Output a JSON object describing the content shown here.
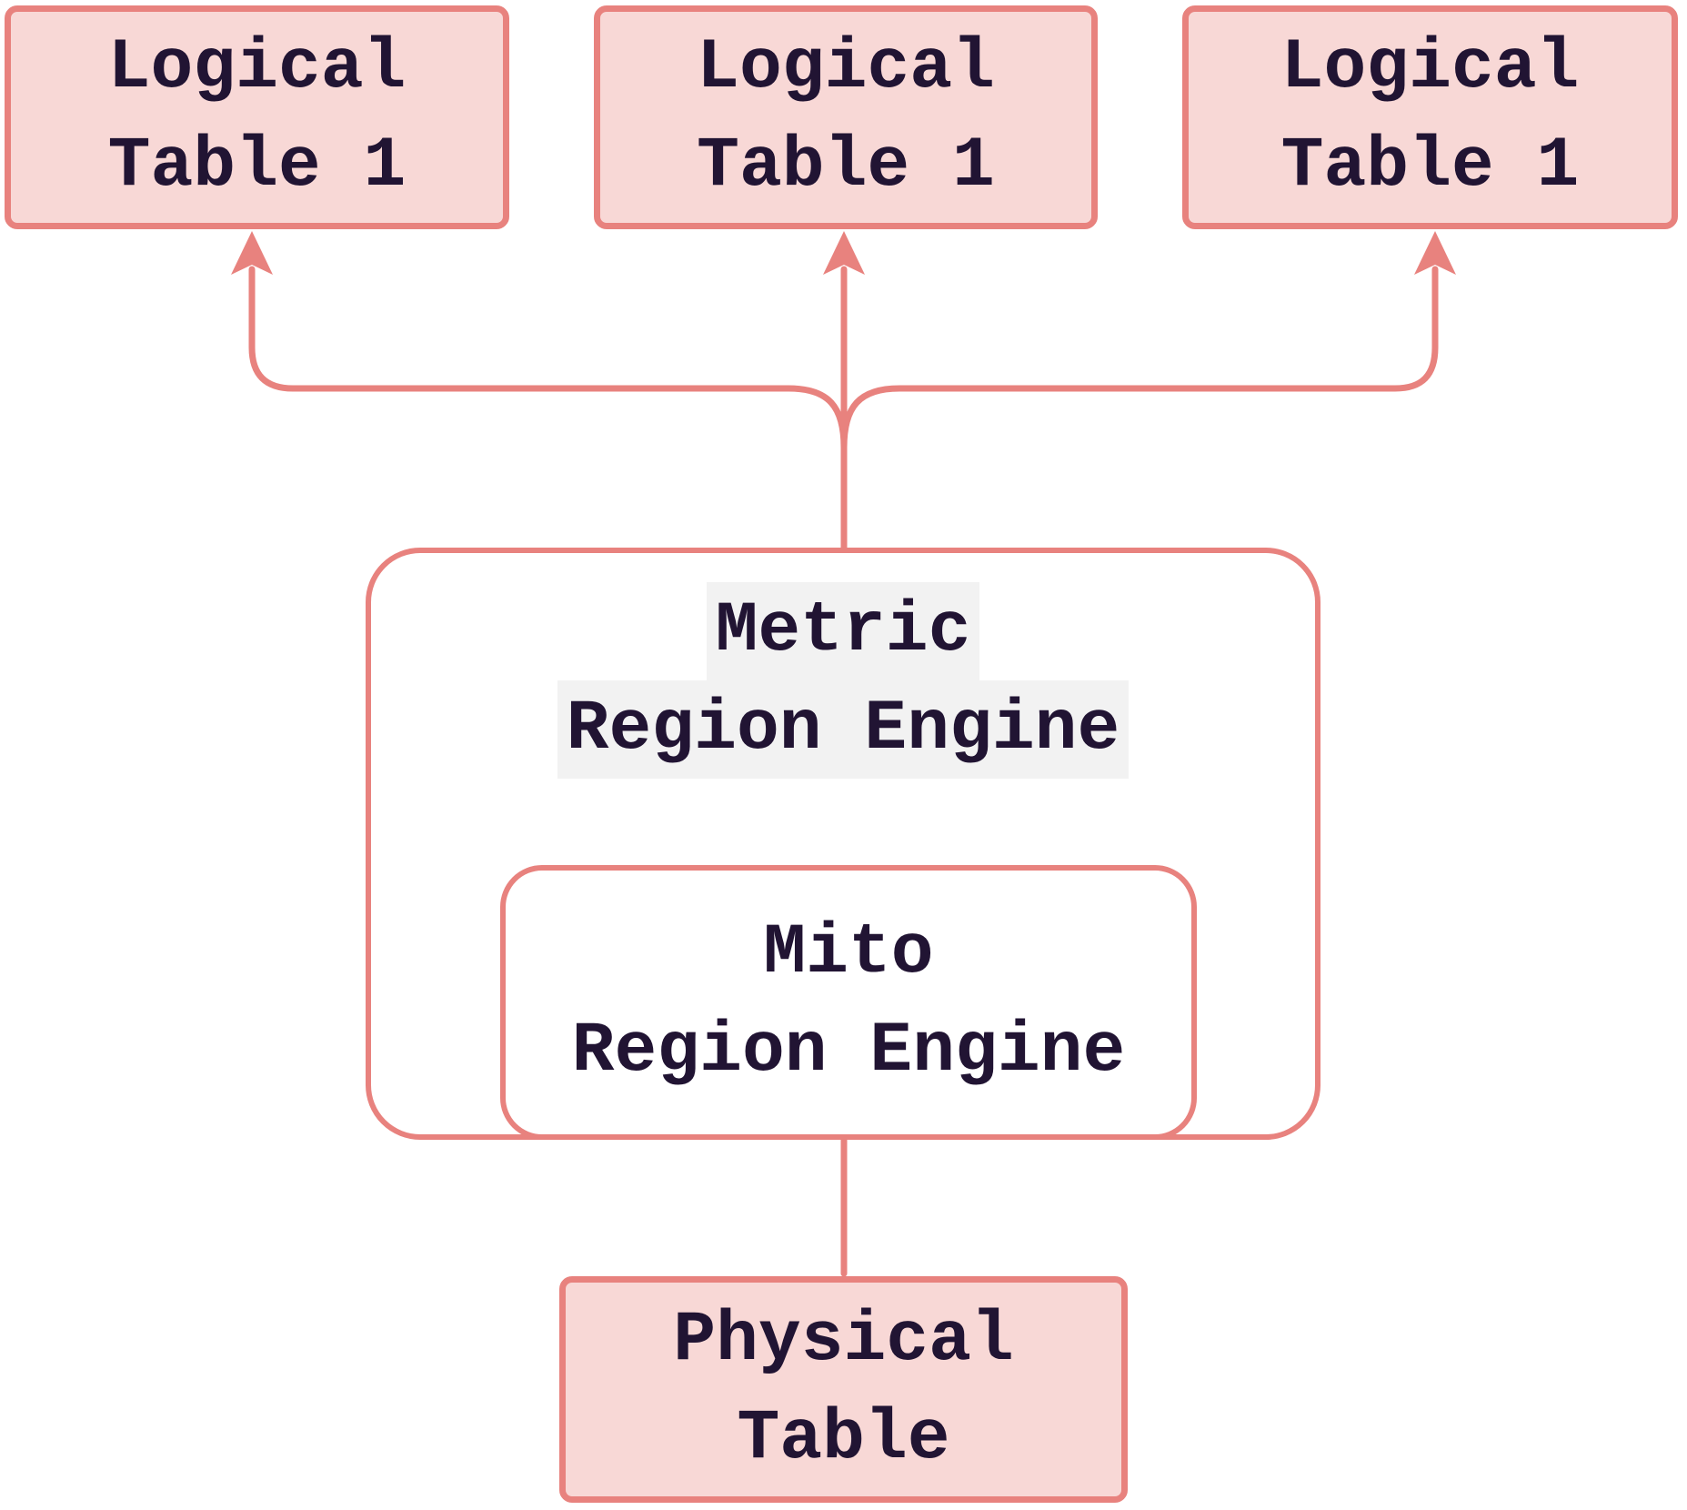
{
  "diagram": {
    "type": "flowchart",
    "direction": "bottom-to-top",
    "nodes": {
      "logical1": {
        "label_lines": [
          "Logical",
          "Table 1"
        ]
      },
      "logical2": {
        "label_lines": [
          "Logical",
          "Table 1"
        ]
      },
      "logical3": {
        "label_lines": [
          "Logical",
          "Table 1"
        ]
      },
      "metric": {
        "label_lines": [
          "Metric",
          "Region Engine"
        ]
      },
      "mito": {
        "label_lines": [
          "Mito",
          "Region Engine"
        ]
      },
      "physical": {
        "label_lines": [
          "Physical",
          "Table"
        ]
      }
    },
    "edges": [
      {
        "from": "metric",
        "to": "logical1",
        "arrow": "up"
      },
      {
        "from": "metric",
        "to": "logical2",
        "arrow": "up"
      },
      {
        "from": "metric",
        "to": "logical3",
        "arrow": "up"
      },
      {
        "from": "physical",
        "to": "mito",
        "arrow": "up"
      }
    ],
    "colors": {
      "stroke": "#e8827e",
      "node_fill_pink": "#f8d8d6",
      "node_fill_white": "#ffffff",
      "text": "#211433",
      "label_bg": "rgba(232,232,232,0.55)",
      "background": "#ffffff"
    }
  }
}
